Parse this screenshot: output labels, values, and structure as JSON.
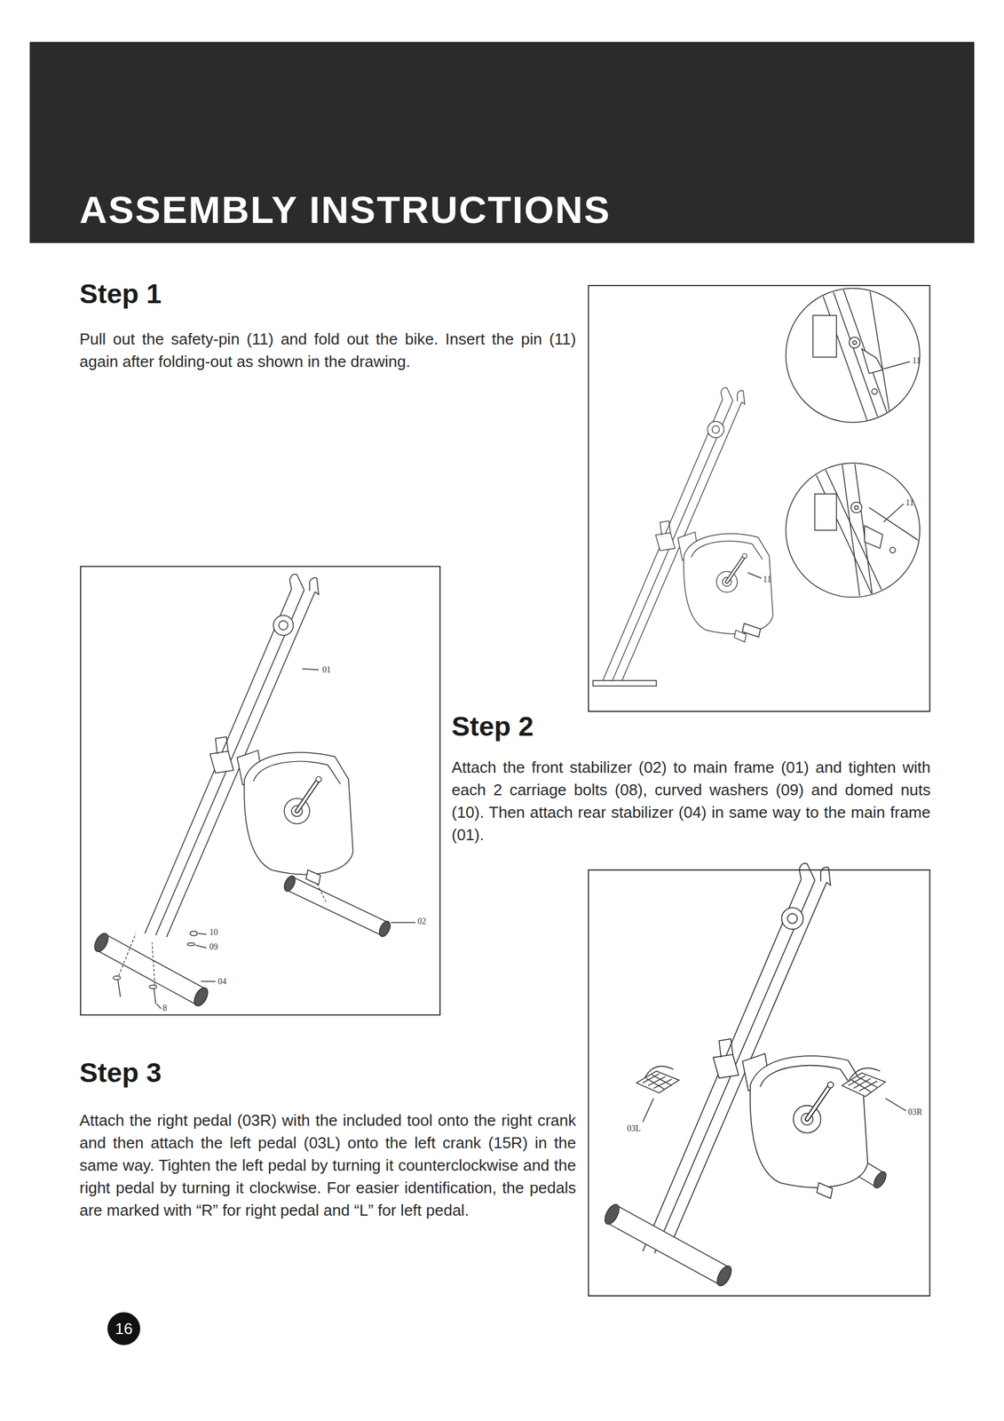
{
  "diagram": {
    "title": "ASSEMBLY INSTRUCTIONS",
    "nodes": [
      {
        "text": [
          "16"
        ]
      }
    ],
    "labels": [
      "Step 1",
      "Pull out the safety-pin (11) and fold out the bike. Insert the pin (11) again after folding-out as shown in the drawing.",
      "11",
      "11",
      "11",
      "01",
      "02",
      "10",
      "09",
      "04",
      "8",
      "Step 2",
      "Attach the front stabilizer (02) to main frame (01) and tighten with each 2 carriage bolts (08), curved washers (09) and domed nuts (10). Then attach rear stabilizer (04) in same way to the main frame (01).",
      "03L",
      "03R",
      "Step 3",
      "Attach the right pedal (03R) with the included tool onto the right crank and then attach the left pedal (03L) onto the left crank (15R) in the same way. Tighten the left pedal by turning it counterclockwise and the right pedal by turning it clockwise. For easier identification, the pedals are marked with “R” for right pedal and “L” for left pedal."
    ]
  }
}
